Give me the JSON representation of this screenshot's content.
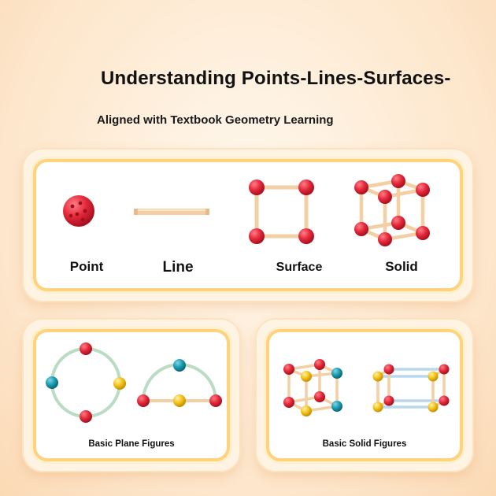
{
  "header": {
    "title": "Understanding Points-Lines-Surfaces-",
    "subtitle": "Aligned with Textbook Geometry Learning"
  },
  "top_panel": {
    "items": [
      {
        "label": "Point"
      },
      {
        "label": "Line"
      },
      {
        "label": "Surface"
      },
      {
        "label": "Solid"
      }
    ]
  },
  "plane_panel": {
    "caption": "Basic Plane Figures"
  },
  "solid_panel": {
    "caption": "Basic Solid Figures"
  },
  "colors": {
    "red_ball": "#e3283a",
    "yellow_ball": "#f3c118",
    "teal_ball": "#1a9bb0",
    "wood_stick": "#f2cfa4",
    "green_ring": "#b9dcc2",
    "blue_stick": "#b8d8ee",
    "panel_border": "#ffd27d"
  }
}
